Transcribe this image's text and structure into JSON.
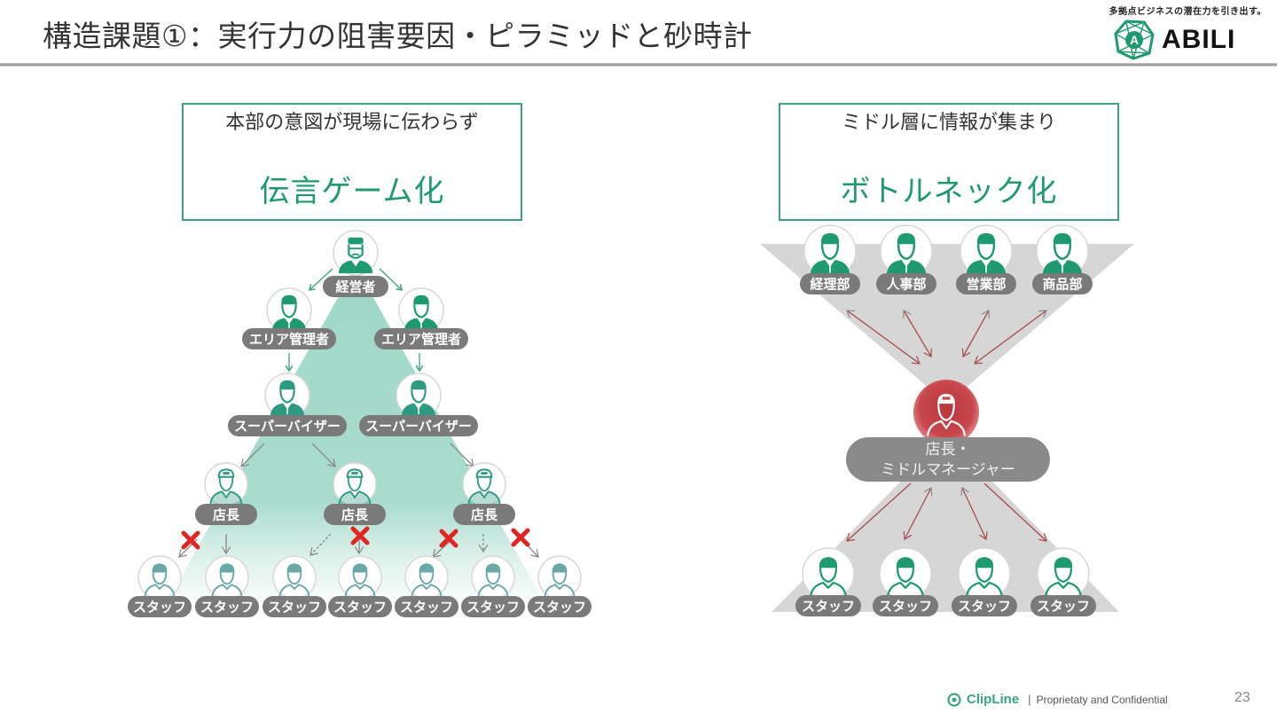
{
  "slide": {
    "title": "構造課題①：実行力の阻害要因・ピラミッドと砂時計",
    "tagline": "多拠点ビジネスの潜在力を引き出す。",
    "logo_text": "ABILI",
    "page_number": "23"
  },
  "footer": {
    "brand": "ClipLine",
    "separator": "|",
    "text": "Proprietaty and Confidential"
  },
  "colors": {
    "accent": "#1f9a70",
    "box_border": "#3aa57e",
    "pyramid": "#9fd8c7",
    "hourglass": "#d6d6d6",
    "label_pill": "#7c7c7c",
    "danger": "#e02424",
    "middle_node": "#c8474d",
    "arrow_red": "#a84a4e"
  },
  "left_panel": {
    "subtitle": "本部の意図が現場に伝わらず",
    "headline": "伝言ゲーム化",
    "nodes": {
      "executive": "経営者",
      "area_managers": [
        "エリア管理者",
        "エリア管理者"
      ],
      "supervisors": [
        "スーパーバイザー",
        "スーパーバイザー"
      ],
      "store_managers": [
        "店長",
        "店長",
        "店長"
      ],
      "staff": [
        "スタッフ",
        "スタッフ",
        "スタッフ",
        "スタッフ",
        "スタッフ",
        "スタッフ",
        "スタッフ"
      ]
    },
    "blocked_links": 4
  },
  "right_panel": {
    "subtitle": "ミドル層に情報が集まり",
    "headline": "ボトルネック化",
    "departments": [
      "経理部",
      "人事部",
      "営業部",
      "商品部"
    ],
    "middle_label_line1": "店長・",
    "middle_label_line2": "ミドルマネージャー",
    "staff": [
      "スタッフ",
      "スタッフ",
      "スタッフ",
      "スタッフ"
    ]
  }
}
